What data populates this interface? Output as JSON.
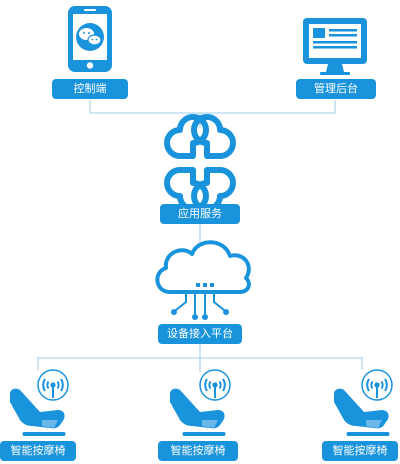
{
  "colors": {
    "accent": "#1a93dd",
    "line": "#9ecbe8",
    "label_text": "#ffffff"
  },
  "nodes": {
    "control": {
      "label": "控制端",
      "icon": "smartphone-wechat-icon"
    },
    "admin": {
      "label": "管理后台",
      "icon": "desktop-monitor-icon"
    },
    "service": {
      "label": "应用服务",
      "icon": "app-grid-icon"
    },
    "platform": {
      "label": "设备接入平台",
      "icon": "cloud-network-icon"
    },
    "devices": [
      {
        "label": "智能按摩椅",
        "icon": "massage-chair-wireless-icon"
      },
      {
        "label": "智能按摩椅",
        "icon": "massage-chair-wireless-icon"
      },
      {
        "label": "智能按摩椅",
        "icon": "massage-chair-wireless-icon"
      }
    ]
  }
}
